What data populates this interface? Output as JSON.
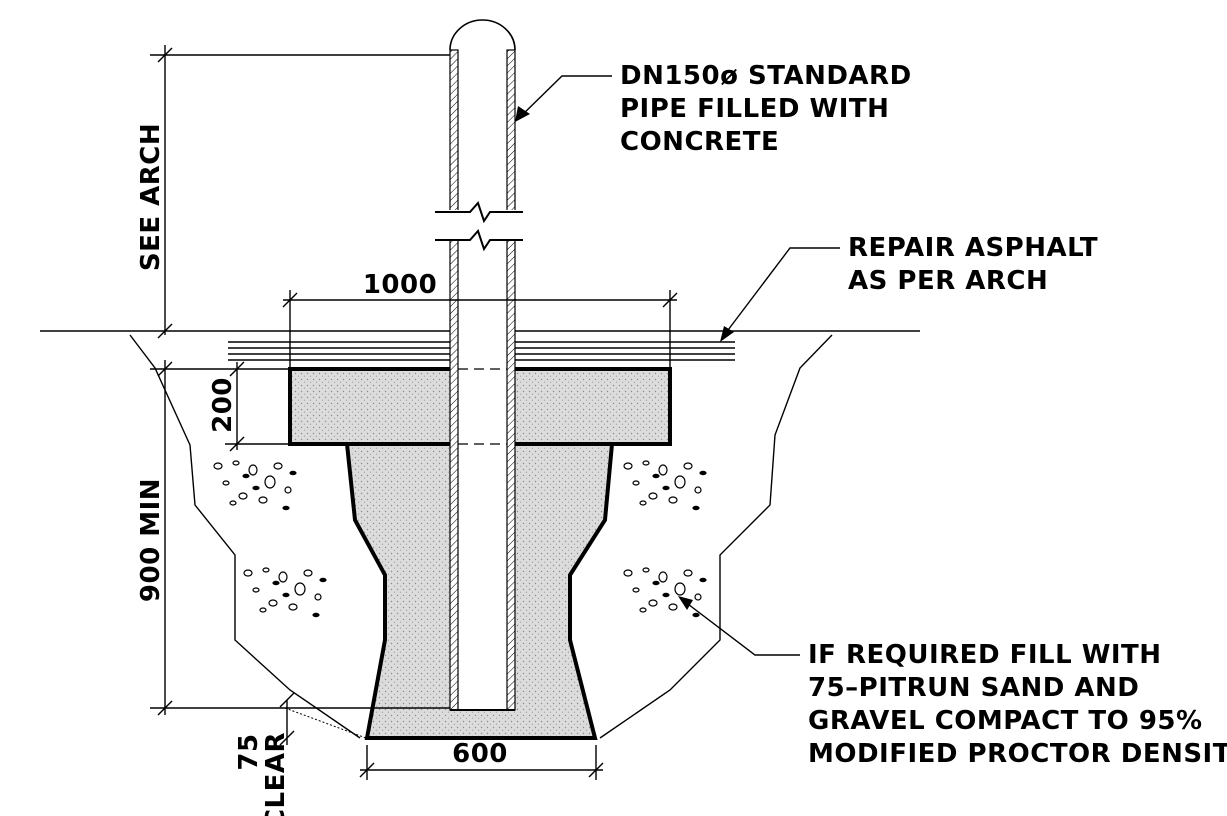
{
  "callouts": {
    "pipe": [
      "DN150ø STANDARD",
      "PIPE FILLED WITH",
      "CONCRETE"
    ],
    "asphalt": [
      "REPAIR ASPHALT",
      "AS PER ARCH"
    ],
    "fill": [
      "IF REQUIRED FILL WITH",
      "75–PITRUN SAND AND",
      "GRAVEL COMPACT TO 95%",
      "MODIFIED PROCTOR DENSITY"
    ]
  },
  "dimensions": {
    "height_above_grade": "SEE ARCH",
    "footing_width": "1000",
    "slab_thickness": "200",
    "embedment_depth": "900 MIN",
    "base_width": "600",
    "clearance_value": "75",
    "clearance_label": "CLEAR"
  },
  "colors": {
    "line": "#000000",
    "concrete_fill": "#d9d9d9",
    "background": "#ffffff"
  }
}
